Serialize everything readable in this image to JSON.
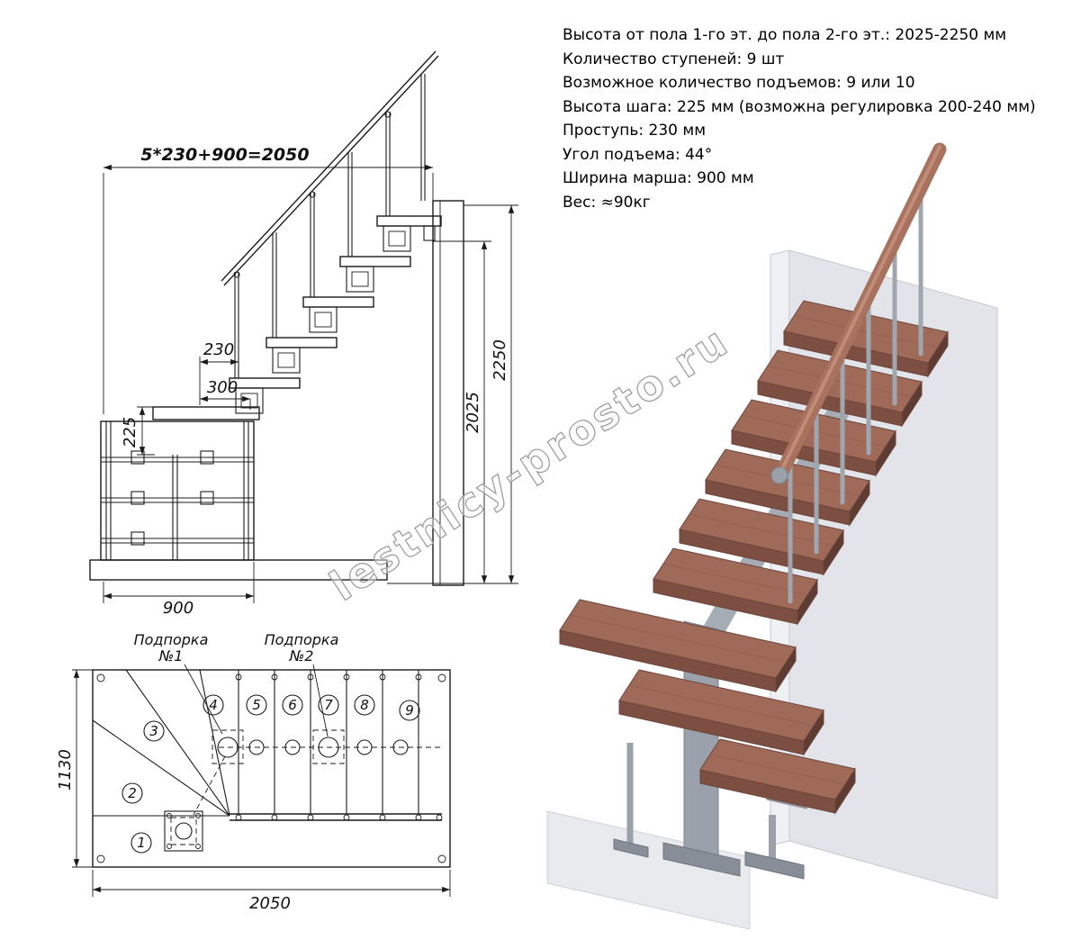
{
  "specs": {
    "lines": [
      "Высота от пола 1-го эт. до пола 2-го эт.: 2025-2250 мм",
      "Количество ступеней: 9 шт",
      "Возможное количество подъемов: 9 или 10",
      "Высота шага: 225 мм (возможна регулировка 200-240 мм)",
      "Проступь: 230 мм",
      "Угол подъема: 44°",
      "Ширина марша: 900 мм",
      "Вес: ≈90кг"
    ]
  },
  "elevation": {
    "dim_formula": "5*230+900=2050",
    "dim_tread": "230",
    "dim_platform": "300",
    "dim_riser": "225",
    "dim_total_height": "2250",
    "dim_floor_height": "2025",
    "dim_width": "900"
  },
  "plan": {
    "support1_line1": "Подпорка",
    "support1_line2": "№1",
    "support2_line1": "Подпорка",
    "support2_line2": "№2",
    "step_numbers": [
      "1",
      "2",
      "3",
      "4",
      "5",
      "6",
      "7",
      "8",
      "9"
    ],
    "dim_depth": "1130",
    "dim_length": "2050"
  },
  "watermark": "lestnicy-prosto.ru",
  "colors": {
    "line": "#1b1b1b",
    "tread_wood": "#a06a58",
    "tread_front": "#7c4f42",
    "metal": "#a6acb4",
    "handrail": "#a9725f",
    "wall": "#e2e4e9",
    "watermark": "#9f9f9f"
  }
}
